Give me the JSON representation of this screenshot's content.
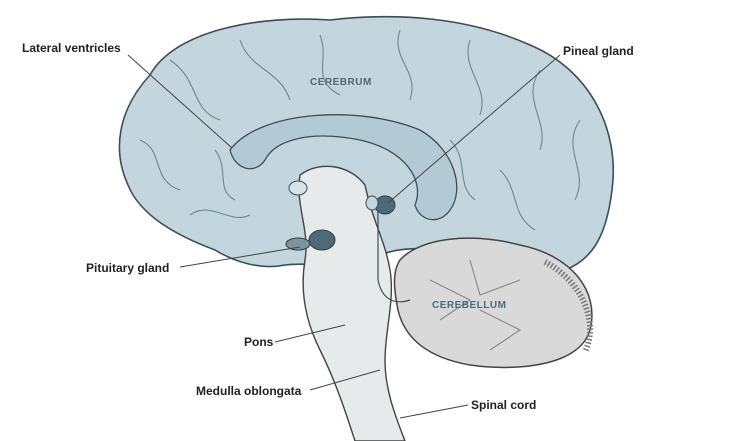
{
  "labels": {
    "lateral_ventricles": "Lateral ventricles",
    "pineal_gland": "Pineal gland",
    "pituitary_gland": "Pituitary gland",
    "pons": "Pons",
    "medulla_oblongata": "Medulla oblongata",
    "spinal_cord": "Spinal cord"
  },
  "regions": {
    "cerebrum": "CEREBRUM",
    "cerebellum": "CEREBELLUM"
  },
  "colors": {
    "cerebrum": "#c3d5dd",
    "outline": "#3d4d57",
    "cerebellum": "#d9d9d9",
    "brainstem": "#e7eaeb",
    "gland": "#4e6a76"
  }
}
